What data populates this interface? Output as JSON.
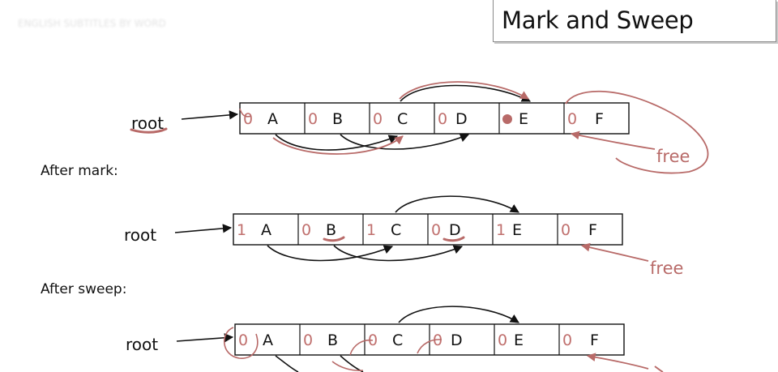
{
  "slide": {
    "title": "Mark and Sweep",
    "corner_smudge": "ENGLISH SUBTITLES BY WORD"
  },
  "labels": {
    "after_mark": "After mark:",
    "after_sweep": "After sweep:"
  },
  "rows": [
    {
      "id": "initial",
      "root_label": "root",
      "free_label": "free",
      "cells": [
        {
          "name": "A",
          "bit": "0"
        },
        {
          "name": "B",
          "bit": "0"
        },
        {
          "name": "C",
          "bit": "0"
        },
        {
          "name": "D",
          "bit": "0"
        },
        {
          "name": "E",
          "bit": ""
        },
        {
          "name": "F",
          "bit": "0"
        }
      ]
    },
    {
      "id": "after-mark",
      "root_label": "root",
      "free_label": "free",
      "cells": [
        {
          "name": "A",
          "bit": "1"
        },
        {
          "name": "B",
          "bit": "0"
        },
        {
          "name": "C",
          "bit": "1"
        },
        {
          "name": "D",
          "bit": "0"
        },
        {
          "name": "E",
          "bit": "1"
        },
        {
          "name": "F",
          "bit": "0"
        }
      ]
    },
    {
      "id": "after-sweep",
      "root_label": "root",
      "free_label": "",
      "cells": [
        {
          "name": "A",
          "bit": "0"
        },
        {
          "name": "B",
          "bit": "0"
        },
        {
          "name": "C",
          "bit": "0"
        },
        {
          "name": "D",
          "bit": "0"
        },
        {
          "name": "E",
          "bit": "0"
        },
        {
          "name": "F",
          "bit": "0"
        }
      ]
    }
  ],
  "colors": {
    "ink": "#111111",
    "annotation": "#b86a68",
    "cell_border": "#111111"
  }
}
